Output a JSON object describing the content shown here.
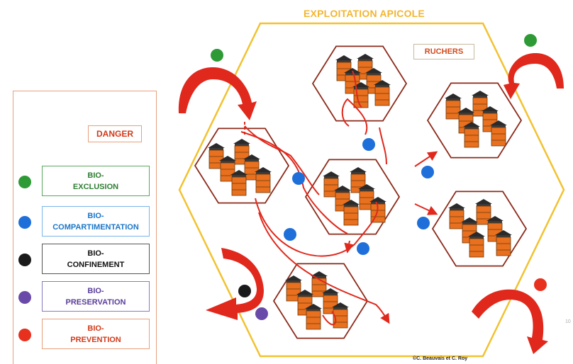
{
  "title": "EXPLOITATION APICOLE",
  "ruchers_label": "RUCHERS",
  "credit": "©C. Beauvais et C. Roy",
  "page_number": "10",
  "legend": {
    "danger_label": "DANGER",
    "items": [
      {
        "line1": "BIO-",
        "line2": "EXCLUSION",
        "color": "#2e7d32",
        "border": "#5aa85f",
        "dot": "#2e9a36"
      },
      {
        "line1": "BIO-",
        "line2": "COMPARTIMENTATION",
        "color": "#1976c8",
        "border": "#7ab6e8",
        "dot": "#1e6fd9"
      },
      {
        "line1": "BIO-",
        "line2": "CONFINEMENT",
        "color": "#111111",
        "border": "#555555",
        "dot": "#1a1a1a"
      },
      {
        "line1": "BIO-",
        "line2": "PRESERVATION",
        "color": "#5a3d9a",
        "border": "#8a7ac0",
        "dot": "#6a4aa8"
      },
      {
        "line1": "BIO-",
        "line2": "PREVENTION",
        "color": "#d03a1a",
        "border": "#e8a07c",
        "dot": "#e8301e"
      }
    ]
  },
  "colors": {
    "danger_red": "#e0281c",
    "hexagon_outer": "#f2c230",
    "apiary_border": "#8c2a1a",
    "hive_orange": "#e8701e",
    "hive_roof": "#2a2a2a",
    "green_dot": "#2e9a36",
    "blue_dot": "#1e6fd9",
    "black_dot": "#1a1a1a",
    "purple_dot": "#6a4aa8",
    "red_dot": "#e8301e"
  }
}
